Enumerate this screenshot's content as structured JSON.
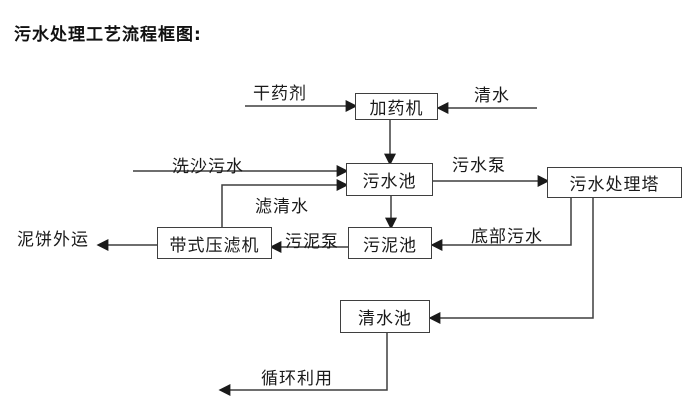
{
  "title": "污水处理工艺流程框图:",
  "diagram": {
    "type": "flowchart",
    "nodes": [
      {
        "id": "dosing-machine",
        "label": "加药机"
      },
      {
        "id": "sewage-pool",
        "label": "污水池"
      },
      {
        "id": "sewage-treatment-tower",
        "label": "污水处理塔"
      },
      {
        "id": "belt-filter-press",
        "label": "带式压滤机"
      },
      {
        "id": "sludge-pool",
        "label": "污泥池"
      },
      {
        "id": "clear-water-pool",
        "label": "清水池"
      }
    ],
    "edge_labels": [
      {
        "id": "dry-chemical",
        "label": "干药剂",
        "from": "external",
        "to": "dosing-machine"
      },
      {
        "id": "clear-water-in",
        "label": "清水",
        "from": "external",
        "to": "dosing-machine"
      },
      {
        "id": "sand-washing-sewage",
        "label": "洗沙污水",
        "from": "external",
        "to": "sewage-pool"
      },
      {
        "id": "filtered-water",
        "label": "滤清水",
        "from": "belt-filter-press",
        "to": "sewage-pool"
      },
      {
        "id": "sewage-pump",
        "label": "污水泵",
        "from": "sewage-pool",
        "to": "sewage-treatment-tower"
      },
      {
        "id": "sludge-pump",
        "label": "污泥泵",
        "from": "sludge-pool",
        "to": "belt-filter-press"
      },
      {
        "id": "bottom-sewage",
        "label": "底部污水",
        "from": "sewage-treatment-tower",
        "to": "sludge-pool"
      },
      {
        "id": "mud-cake-outbound",
        "label": "泥饼外运",
        "from": "belt-filter-press",
        "to": "external"
      },
      {
        "id": "recycling",
        "label": "循环利用",
        "from": "clear-water-pool",
        "to": "external"
      }
    ],
    "colors": {
      "background": "#ffffff",
      "line": "#3f3f3f",
      "arrowhead": "#1a1a1a",
      "text": "#111111",
      "box_border": "#3f3f3f"
    }
  }
}
